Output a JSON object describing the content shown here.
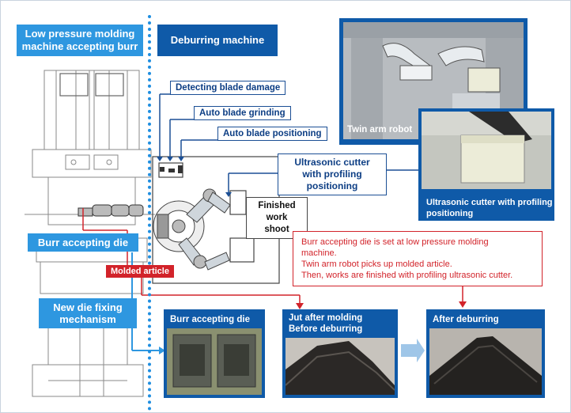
{
  "headers": {
    "left": "Low pressure molding machine accepting burr",
    "right": "Deburring machine"
  },
  "callouts": {
    "blade_damage": "Detecting blade damage",
    "blade_grinding": "Auto blade grinding",
    "blade_positioning": "Auto blade positioning",
    "ultrasonic_cutter": "Ultrasonic cutter with profiling positioning",
    "finished_shoot": "Finished work shoot"
  },
  "tags": {
    "burr_die": "Burr accepting die",
    "molded_article": "Molded article",
    "new_die": "New die fixing mechanism"
  },
  "description": {
    "line1": "Burr accepting  die is set at low pressure  molding",
    "line2": "machine.",
    "line3": "Twin arm robot picks up molded article.",
    "line4": "Then, works are finished with profiling ultrasonic cutter."
  },
  "photos": {
    "twin_arm": "Twin arm robot",
    "ultrasonic": "Ultrasonic cutter with profiling positioning",
    "burr_die": "Burr accepting die",
    "before": "Jut after molding Before deburring",
    "after": "After deburring"
  },
  "colors": {
    "panel_blue": "#0f5aa8",
    "light_blue": "#2e97e0",
    "red": "#d2232a"
  }
}
